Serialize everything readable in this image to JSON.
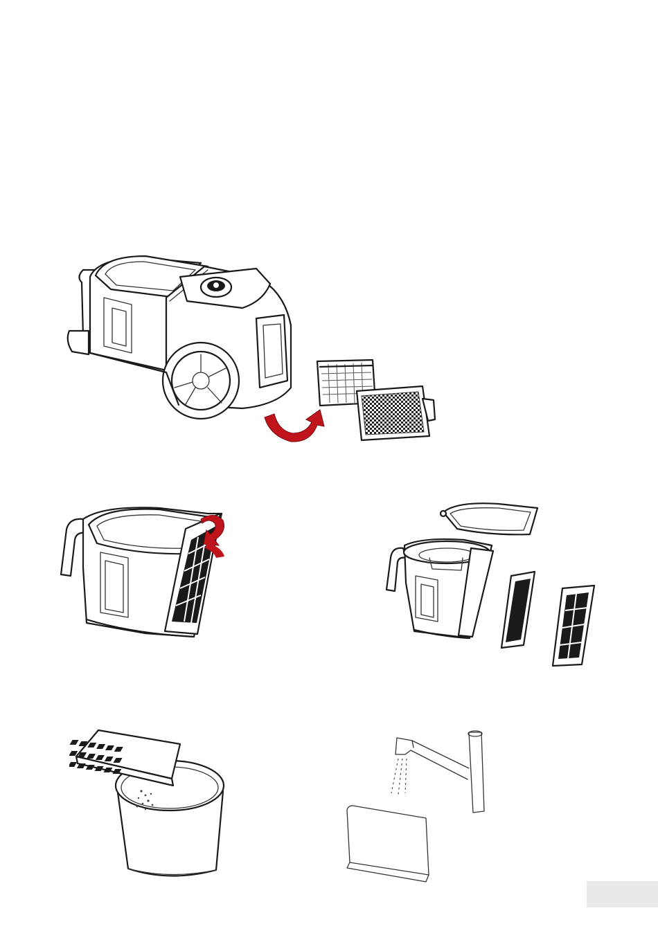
{
  "figures": [
    {
      "id": "fig-1",
      "icon": "vacuum-filter-removal-illustration"
    },
    {
      "id": "fig-2",
      "icon": "dust-container-lid-twist-illustration"
    },
    {
      "id": "fig-3",
      "icon": "dust-container-disassembled-illustration"
    },
    {
      "id": "fig-4",
      "icon": "filter-tapping-over-bin-illustration"
    },
    {
      "id": "fig-5",
      "icon": "filter-rinsing-under-tap-illustration"
    }
  ],
  "colors": {
    "arrow": "#c0141c",
    "line": "#1a1a1a",
    "page_tab": "#e9e9ea"
  }
}
